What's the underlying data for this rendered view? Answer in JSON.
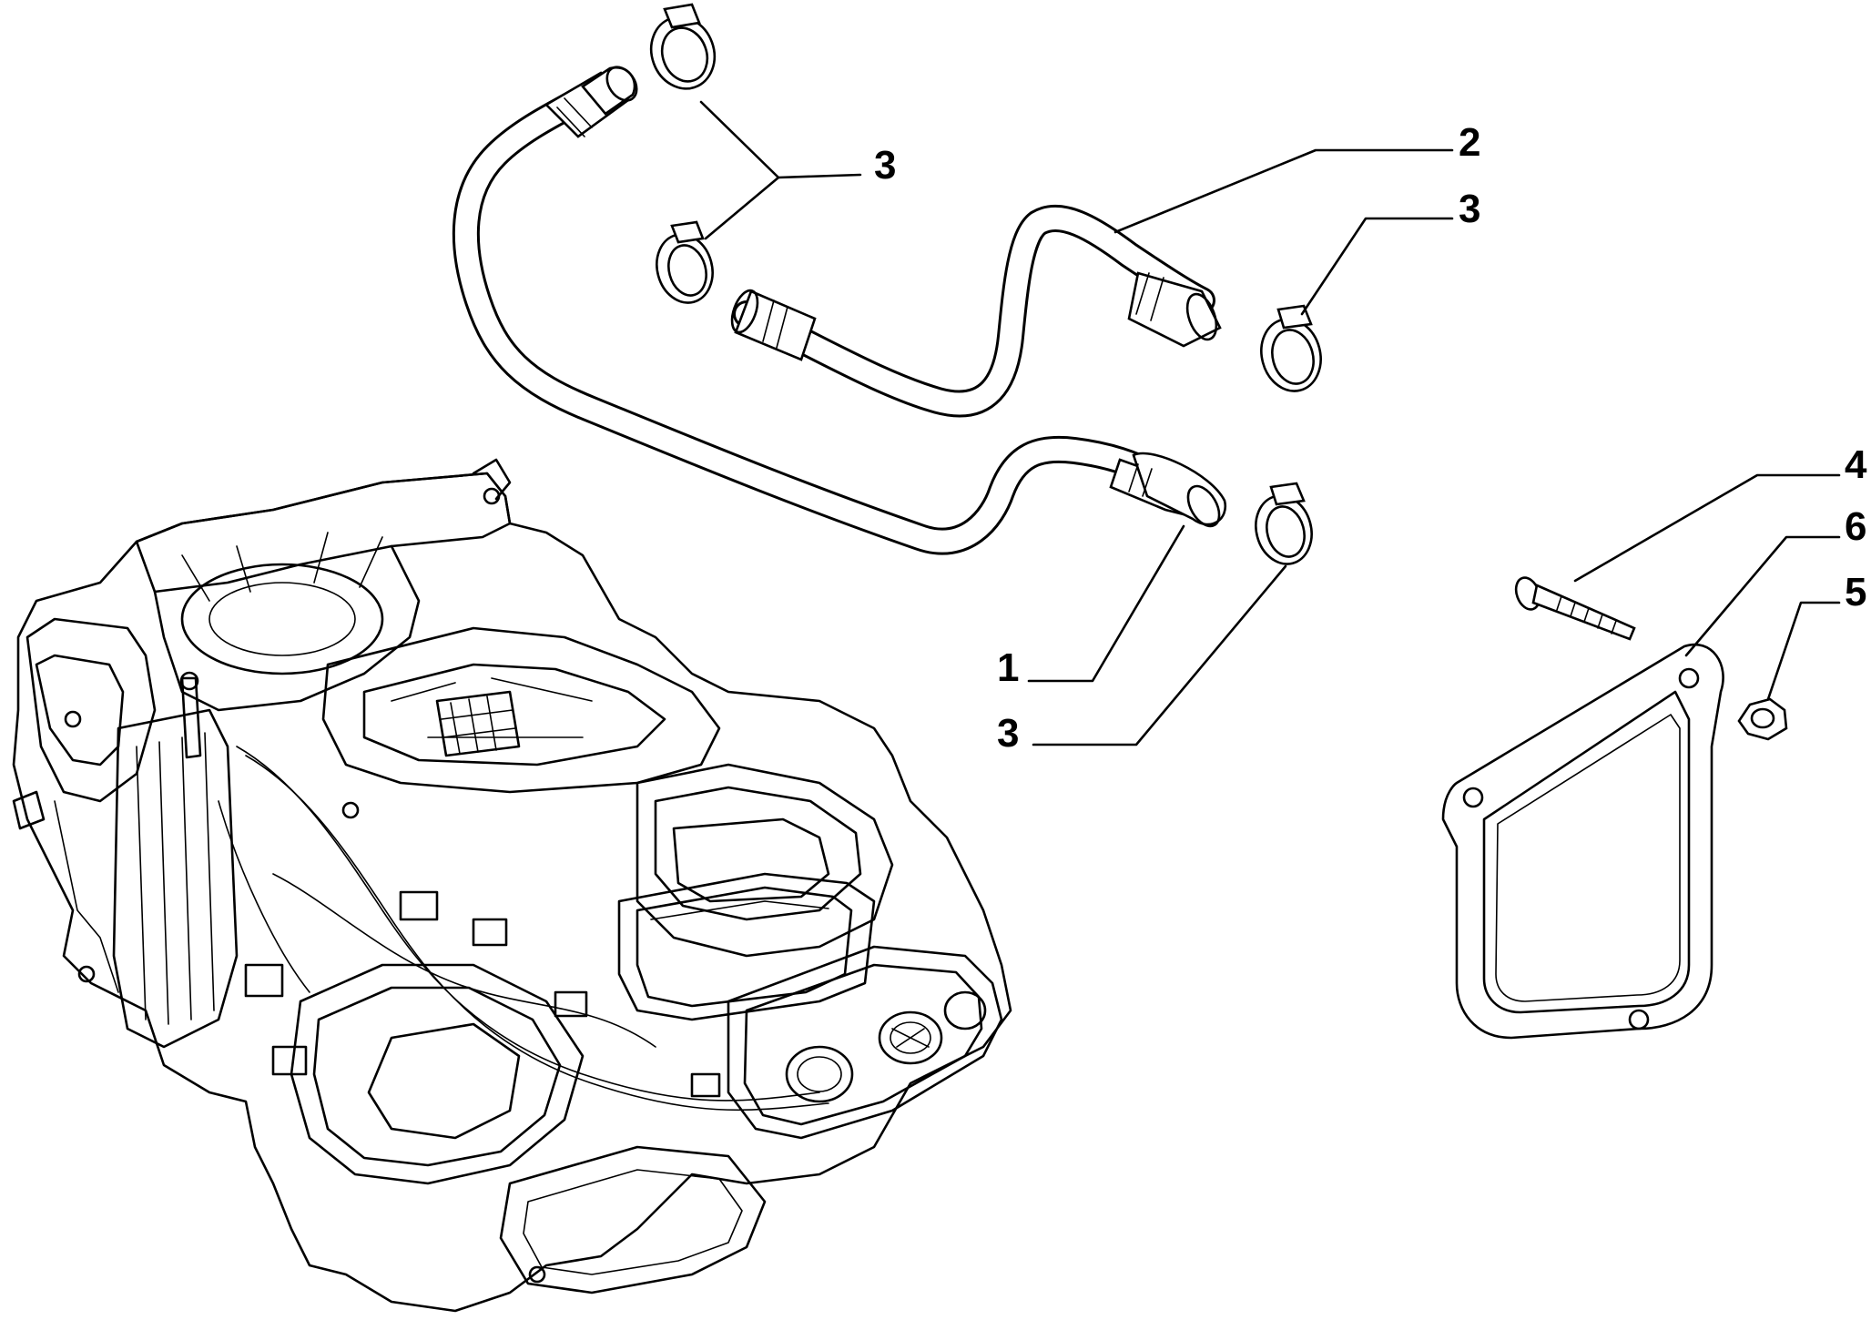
{
  "callouts": [
    {
      "id": "c1",
      "number": "1"
    },
    {
      "id": "c2",
      "number": "2"
    },
    {
      "id": "c3a",
      "number": "3"
    },
    {
      "id": "c3b",
      "number": "3"
    },
    {
      "id": "c3c",
      "number": "3"
    },
    {
      "id": "c4",
      "number": "4"
    },
    {
      "id": "c5",
      "number": "5"
    },
    {
      "id": "c6",
      "number": "6"
    }
  ]
}
